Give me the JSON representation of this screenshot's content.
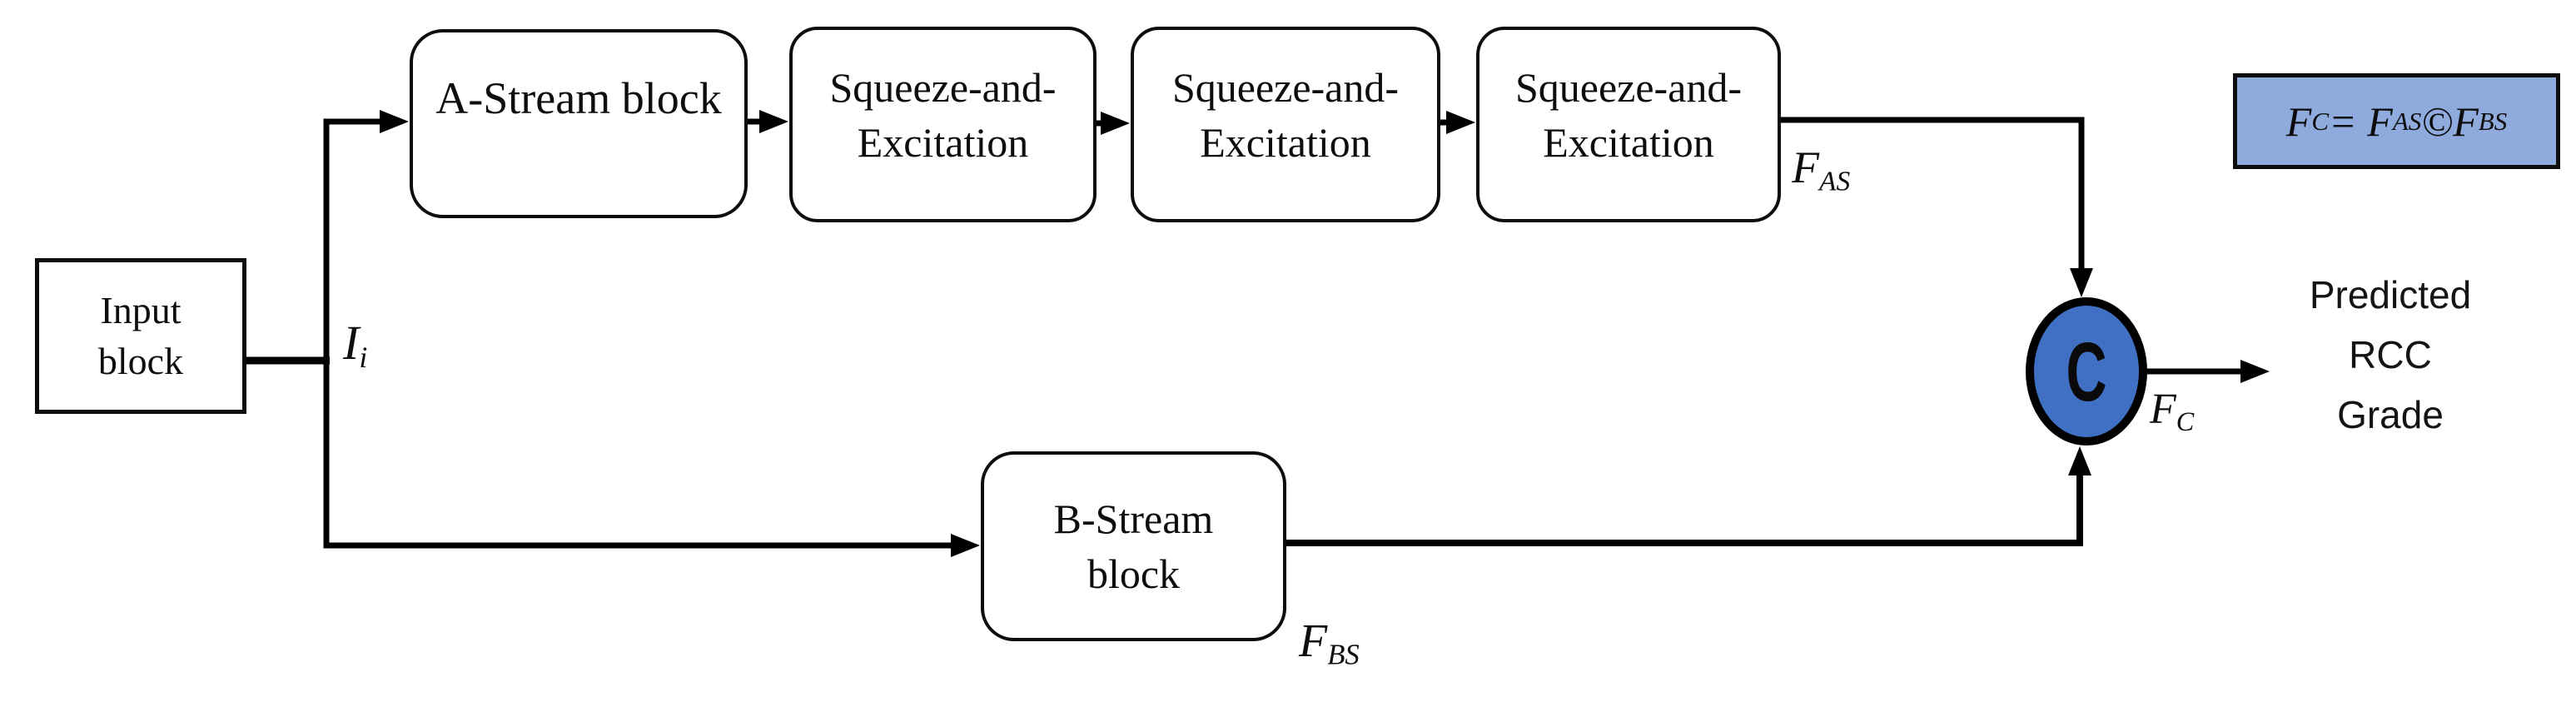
{
  "blocks": {
    "input": {
      "line1": "Input",
      "line2": "block"
    },
    "a_stream": {
      "label": "A-Stream block"
    },
    "se_blocks": [
      {
        "line1": "Squeeze-and-",
        "line2": "Excitation"
      },
      {
        "line1": "Squeeze-and-",
        "line2": "Excitation"
      },
      {
        "line1": "Squeeze-and-",
        "line2": "Excitation"
      }
    ],
    "b_stream": {
      "line1": "B-Stream",
      "line2": "block"
    }
  },
  "node": {
    "label": "C"
  },
  "labels": {
    "ii": {
      "base": "I",
      "sub": "i"
    },
    "fas": {
      "base": "F",
      "sub": "AS"
    },
    "fbs": {
      "base": "F",
      "sub": "BS"
    },
    "fc": {
      "base": "F",
      "sub": "C"
    }
  },
  "formula": {
    "p1": "F",
    "s1": "C",
    "p2": "= F",
    "s2": "AS",
    "p3": "©F",
    "s3": "BS"
  },
  "output": {
    "line1": "Predicted",
    "line2": "RCC",
    "line3": "Grade"
  },
  "colors": {
    "node_fill": "#4070C4",
    "formula_fill": "#8FAADC",
    "stroke": "#000000"
  }
}
